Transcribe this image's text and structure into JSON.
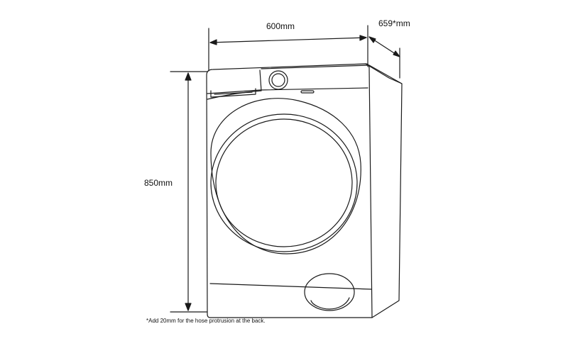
{
  "dimensions": {
    "width_label": "600mm",
    "depth_label": "659*mm",
    "height_label": "850mm"
  },
  "footnote": "*Add 20mm for the hose protrusion at the back.",
  "colors": {
    "line": "#1a1a1a",
    "background": "#ffffff"
  }
}
